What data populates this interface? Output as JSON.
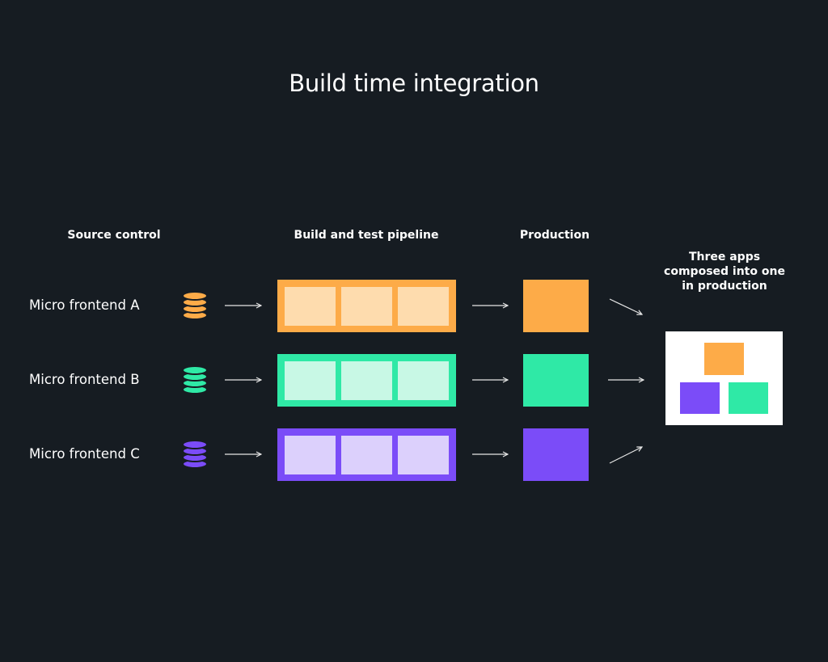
{
  "title": "Build time integration",
  "columns": {
    "source_control": "Source control",
    "pipeline": "Build and test pipeline",
    "production": "Production"
  },
  "composite_note": [
    "Three apps",
    "composed into one",
    "in production"
  ],
  "rows": [
    {
      "label": "Micro frontend A",
      "color": "#fdab48",
      "light": "#fedcae"
    },
    {
      "label": "Micro frontend B",
      "color": "#2fe9a6",
      "light": "#c8f8e5"
    },
    {
      "label": "Micro frontend C",
      "color": "#7b4cf8",
      "light": "#dcd0fc"
    }
  ]
}
